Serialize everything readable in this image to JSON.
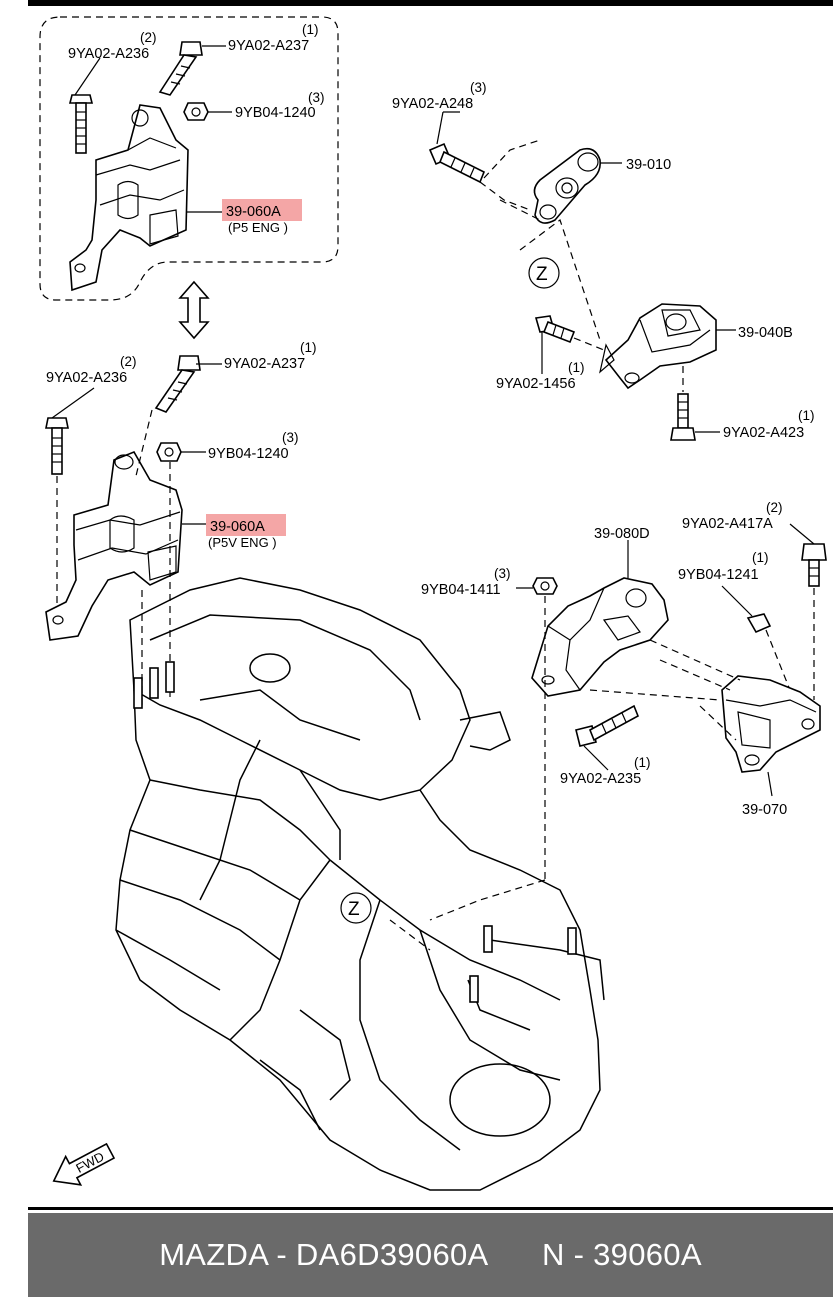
{
  "labels": {
    "top_a236": "9YA02-A236",
    "top_a236_qty": "(2)",
    "top_a237": "9YA02-A237",
    "top_a237_qty": "(1)",
    "top_1240": "9YB04-1240",
    "top_1240_qty": "(3)",
    "top_part": "39-060A",
    "top_part_note": "(P5 ENG )",
    "mid_a236": "9YA02-A236",
    "mid_a236_qty": "(2)",
    "mid_a237": "9YA02-A237",
    "mid_a237_qty": "(1)",
    "mid_1240": "9YB04-1240",
    "mid_1240_qty": "(3)",
    "mid_part": "39-060A",
    "mid_part_note": "(P5V ENG )",
    "a248": "9YA02-A248",
    "a248_qty": "(3)",
    "p010": "39-010",
    "zone_z": "Z",
    "p040b": "39-040B",
    "a1456": "9YA02-1456",
    "a1456_qty": "(1)",
    "a423": "9YA02-A423",
    "a423_qty": "(1)",
    "p080d": "39-080D",
    "a417a": "9YA02-A417A",
    "a417a_qty": "(2)",
    "b1241": "9YB04-1241",
    "b1241_qty": "(1)",
    "b1411": "9YB04-1411",
    "b1411_qty": "(3)",
    "a235": "9YA02-A235",
    "a235_qty": "(1)",
    "p070": "39-070",
    "fwd": "FWD"
  },
  "colors": {
    "highlight": "#f4a6a6",
    "footer_bg": "#6a6a6a",
    "footer_text": "#ffffff"
  },
  "footer": {
    "brand_part": "MAZDA - DA6D39060A",
    "alt_part": "N - 39060A"
  }
}
